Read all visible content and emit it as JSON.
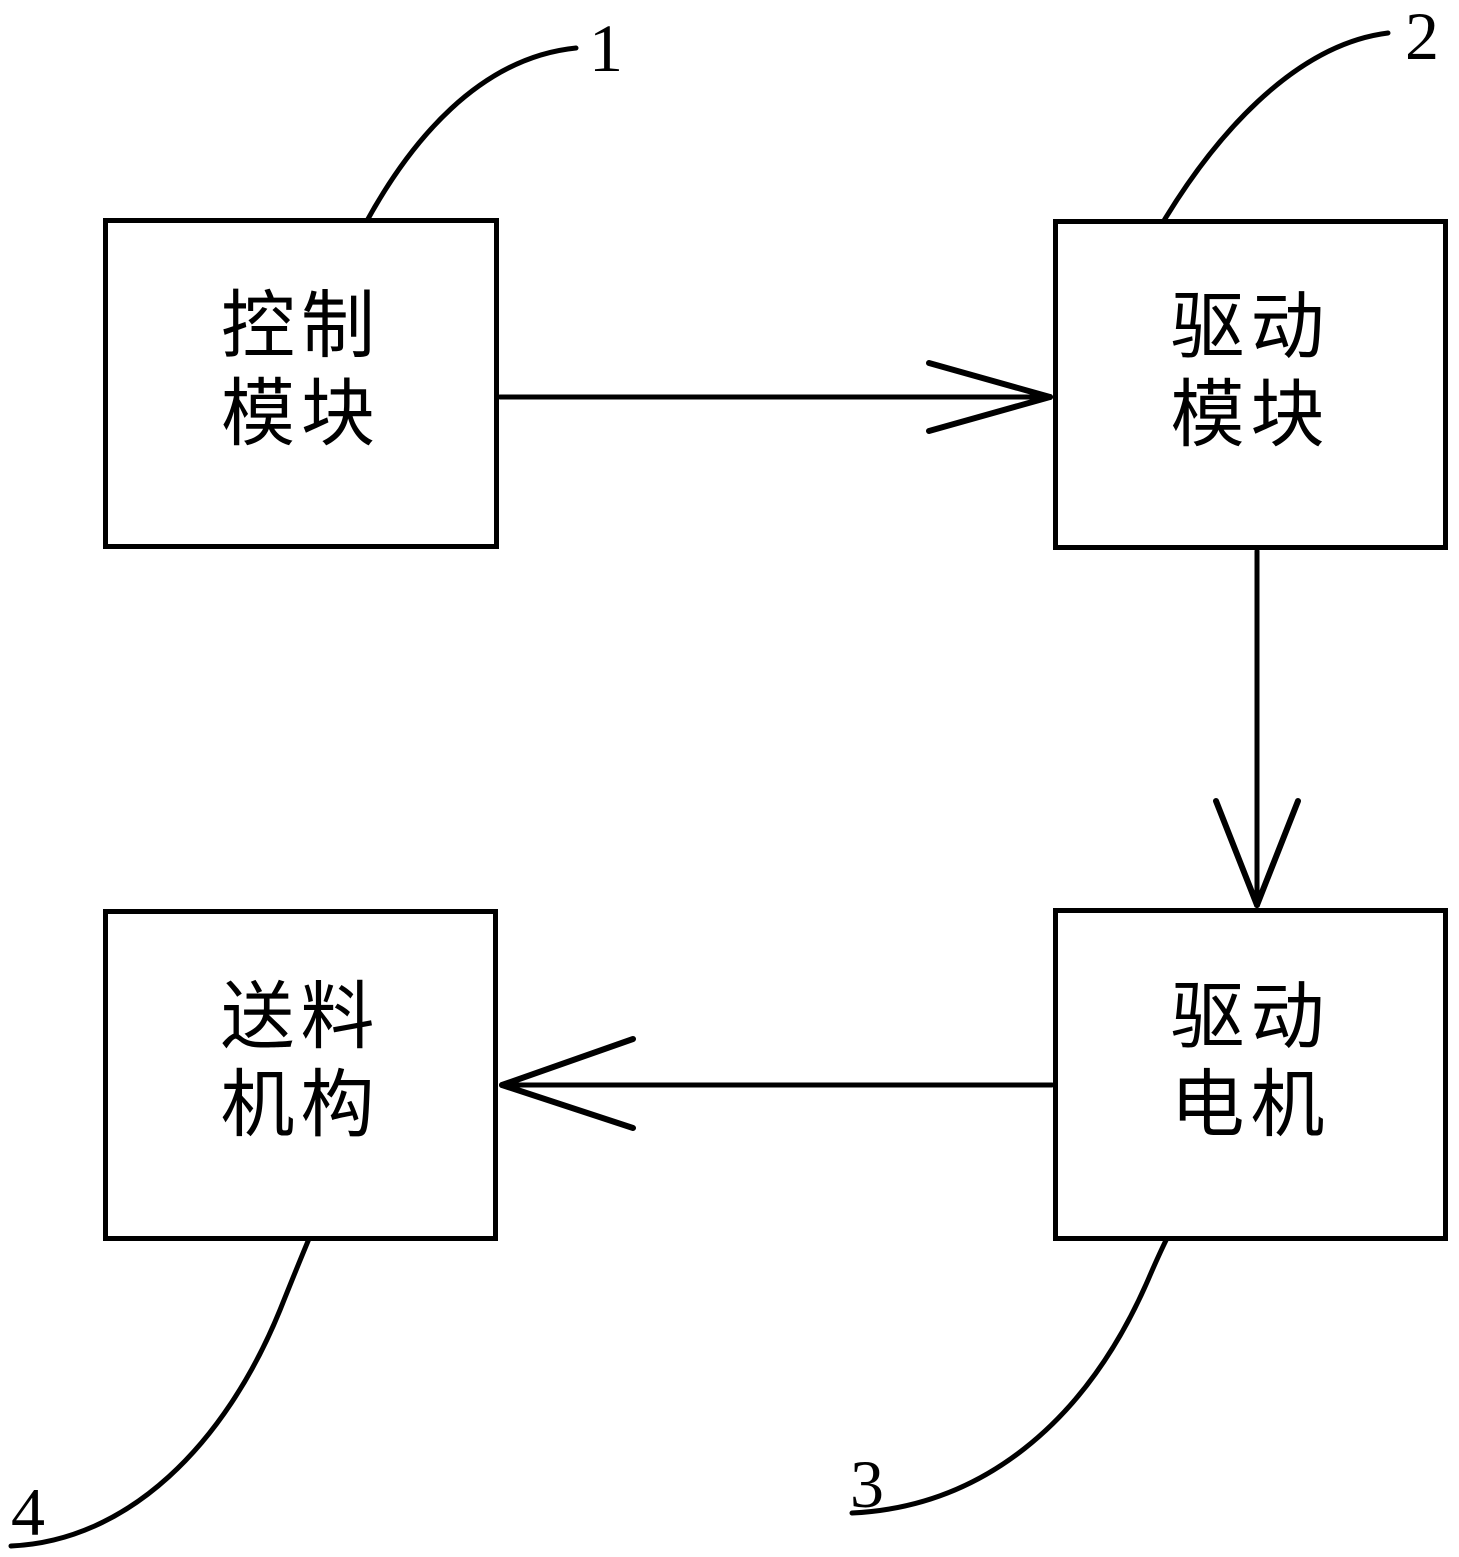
{
  "figure": {
    "background_color": "#ffffff",
    "stroke_color": "#000000"
  },
  "boxes": [
    {
      "id": "control-module",
      "line1": "控制",
      "line2": "模块",
      "ref": "1"
    },
    {
      "id": "drive-module",
      "line1": "驱动",
      "line2": "模块",
      "ref": "2"
    },
    {
      "id": "drive-motor",
      "line1": "驱动",
      "line2": "电机",
      "ref": "3"
    },
    {
      "id": "feeding-mechanism",
      "line1": "送料",
      "line2": "机构",
      "ref": "4"
    }
  ],
  "connections": [
    {
      "from": "control-module",
      "to": "drive-module",
      "direction": "right"
    },
    {
      "from": "drive-module",
      "to": "drive-motor",
      "direction": "down"
    },
    {
      "from": "drive-motor",
      "to": "feeding-mechanism",
      "direction": "left"
    }
  ]
}
